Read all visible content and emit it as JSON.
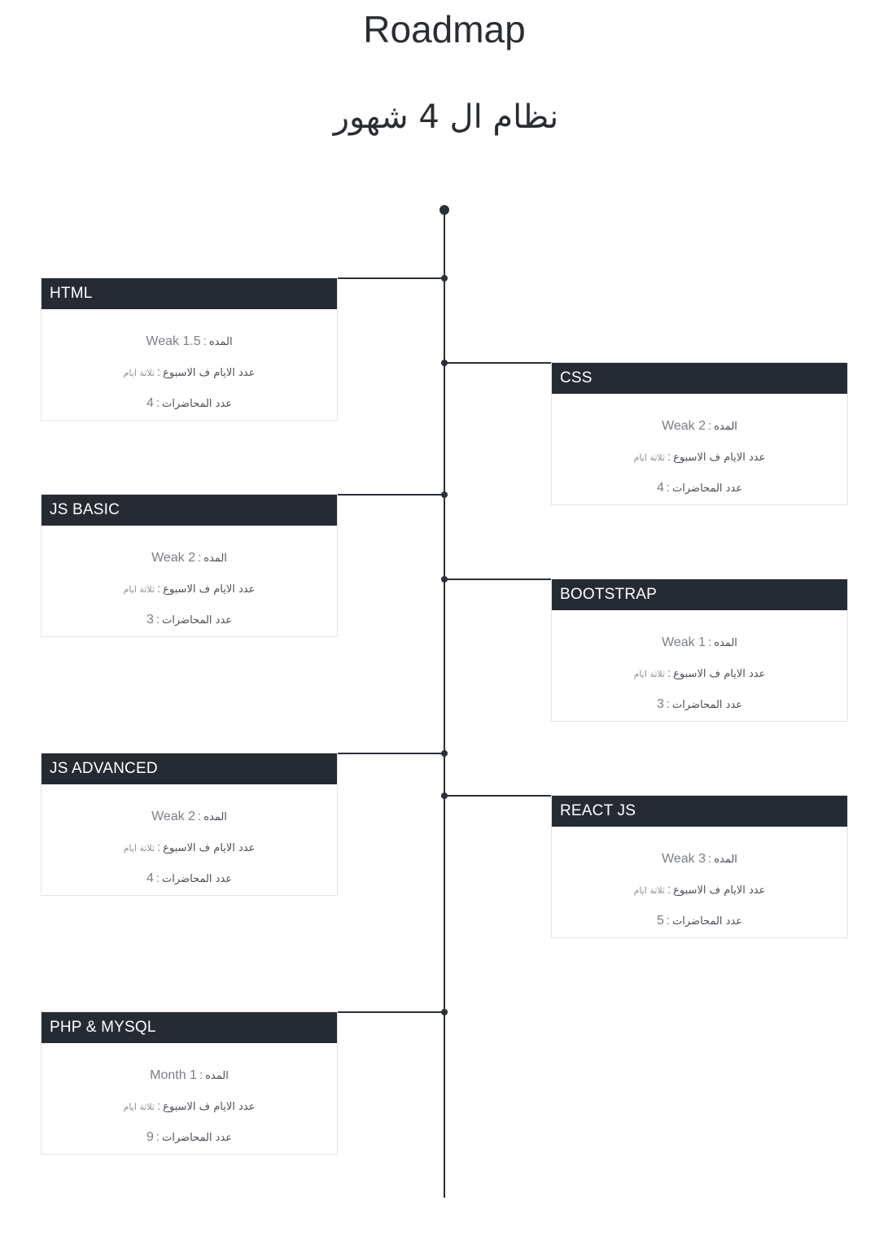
{
  "page": {
    "title": "Roadmap",
    "subtitle": "نظام ال 4 شهور"
  },
  "labels": {
    "duration": "المده",
    "days_per_week": "عدد الايام ف الاسبوع",
    "lectures": "عدد المحاضرات",
    "separator": ":"
  },
  "courses": [
    {
      "name": "HTML",
      "duration": "Weak 1.5",
      "days": "ثلاثة ايام",
      "lectures": "4"
    },
    {
      "name": "CSS",
      "duration": "Weak 2",
      "days": "ثلاثة ايام",
      "lectures": "4"
    },
    {
      "name": "JS BASIC",
      "duration": "Weak 2",
      "days": "ثلاثة ايام",
      "lectures": "3"
    },
    {
      "name": "BOOTSTRAP",
      "duration": "Weak 1",
      "days": "ثلاثة ايام",
      "lectures": "3"
    },
    {
      "name": "JS ADVANCED",
      "duration": "Weak 2",
      "days": "ثلاثة ايام",
      "lectures": "4"
    },
    {
      "name": "REACT JS",
      "duration": "Weak 3",
      "days": "ثلاثة ايام",
      "lectures": "5"
    },
    {
      "name": "PHP & MYSQL",
      "duration": "Month 1",
      "days": "ثلاثة ايام",
      "lectures": "9"
    }
  ],
  "colors": {
    "header_bg": "#262b33",
    "line": "#2b2f36",
    "card_border": "#e2e4e7"
  }
}
